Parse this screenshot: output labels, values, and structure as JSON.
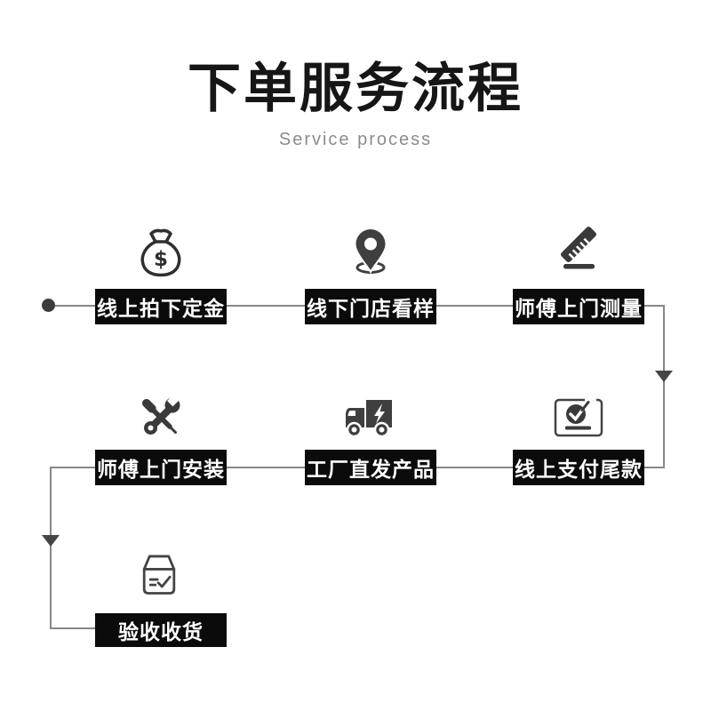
{
  "header": {
    "title": "下单服务流程",
    "subtitle": "Service process"
  },
  "steps": [
    {
      "order": 1,
      "label": "线上拍下定金",
      "icon": "money-bag-icon"
    },
    {
      "order": 2,
      "label": "线下门店看样",
      "icon": "location-pin-icon"
    },
    {
      "order": 3,
      "label": "师傅上门测量",
      "icon": "ruler-icon"
    },
    {
      "order": 4,
      "label": "线上支付尾款",
      "icon": "payment-check-icon"
    },
    {
      "order": 5,
      "label": "工厂直发产品",
      "icon": "truck-icon"
    },
    {
      "order": 6,
      "label": "师傅上门安装",
      "icon": "tools-icon"
    },
    {
      "order": 7,
      "label": "验收收货",
      "icon": "box-check-icon"
    }
  ],
  "flow": {
    "start_marker": "dot",
    "direction": "row1 left-to-right, down, row2 right-to-left, down, row3",
    "arrow_count": 2
  },
  "colors": {
    "background": "#ffffff",
    "title_text": "#161616",
    "subtitle_text": "#8c8c8c",
    "label_bg": "#0b0b0b",
    "label_text": "#ffffff",
    "icon_dark": "#3a3a3a",
    "connector_line": "#878787",
    "arrowhead": "#454545"
  }
}
